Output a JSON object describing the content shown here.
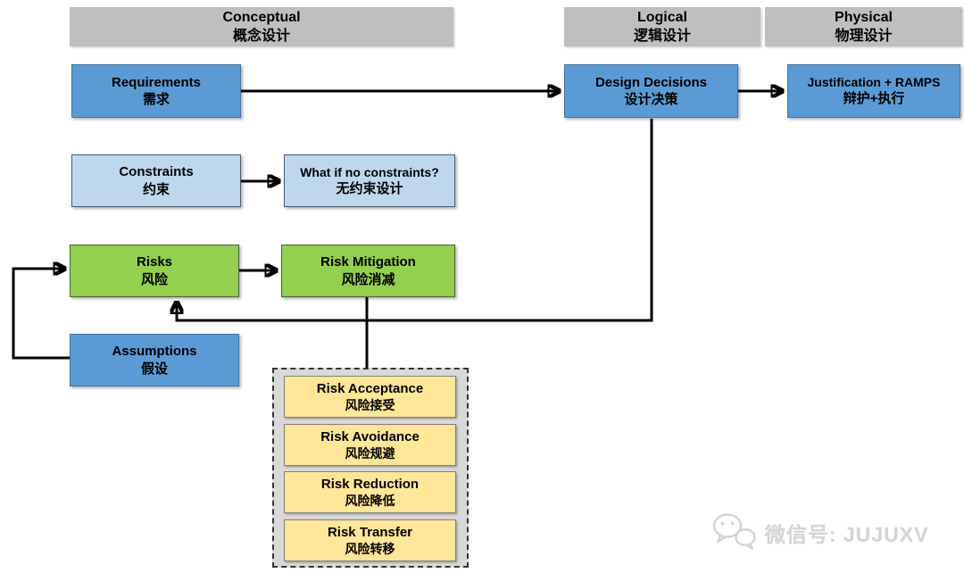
{
  "headers": [
    {
      "en": "Conceptual",
      "zh": "概念设计"
    },
    {
      "en": "Logical",
      "zh": "逻辑设计"
    },
    {
      "en": "Physical",
      "zh": "物理设计"
    }
  ],
  "nodes": {
    "requirements": {
      "en": "Requirements",
      "zh": "需求"
    },
    "design_decisions": {
      "en": "Design Decisions",
      "zh": "设计决策"
    },
    "justification": {
      "en": "Justification + RAMPS",
      "zh": "辩护+执行"
    },
    "constraints": {
      "en": "Constraints",
      "zh": "约束"
    },
    "no_constraints": {
      "en": "What if no constraints?",
      "zh": "无约束设计"
    },
    "risks": {
      "en": "Risks",
      "zh": "风险"
    },
    "risk_mitigation": {
      "en": "Risk Mitigation",
      "zh": "风险消减"
    },
    "assumptions": {
      "en": "Assumptions",
      "zh": "假设"
    },
    "risk_acceptance": {
      "en": "Risk Acceptance",
      "zh": "风险接受"
    },
    "risk_avoidance": {
      "en": "Risk Avoidance",
      "zh": "风险规避"
    },
    "risk_reduction": {
      "en": "Risk Reduction",
      "zh": "风险降低"
    },
    "risk_transfer": {
      "en": "Risk Transfer",
      "zh": "风险转移"
    }
  },
  "colors": {
    "header_fill": "#bfbfbf",
    "blue_fill": "#5b9bd5",
    "light_blue_fill": "#bdd7ee",
    "green_fill": "#92d050",
    "yellow_fill": "#ffe699",
    "group_fill": "#d9d9d9",
    "connector": "#000000",
    "watermark": "#d4d4d4"
  },
  "watermark": {
    "label": "微信号: JUJUXV"
  }
}
